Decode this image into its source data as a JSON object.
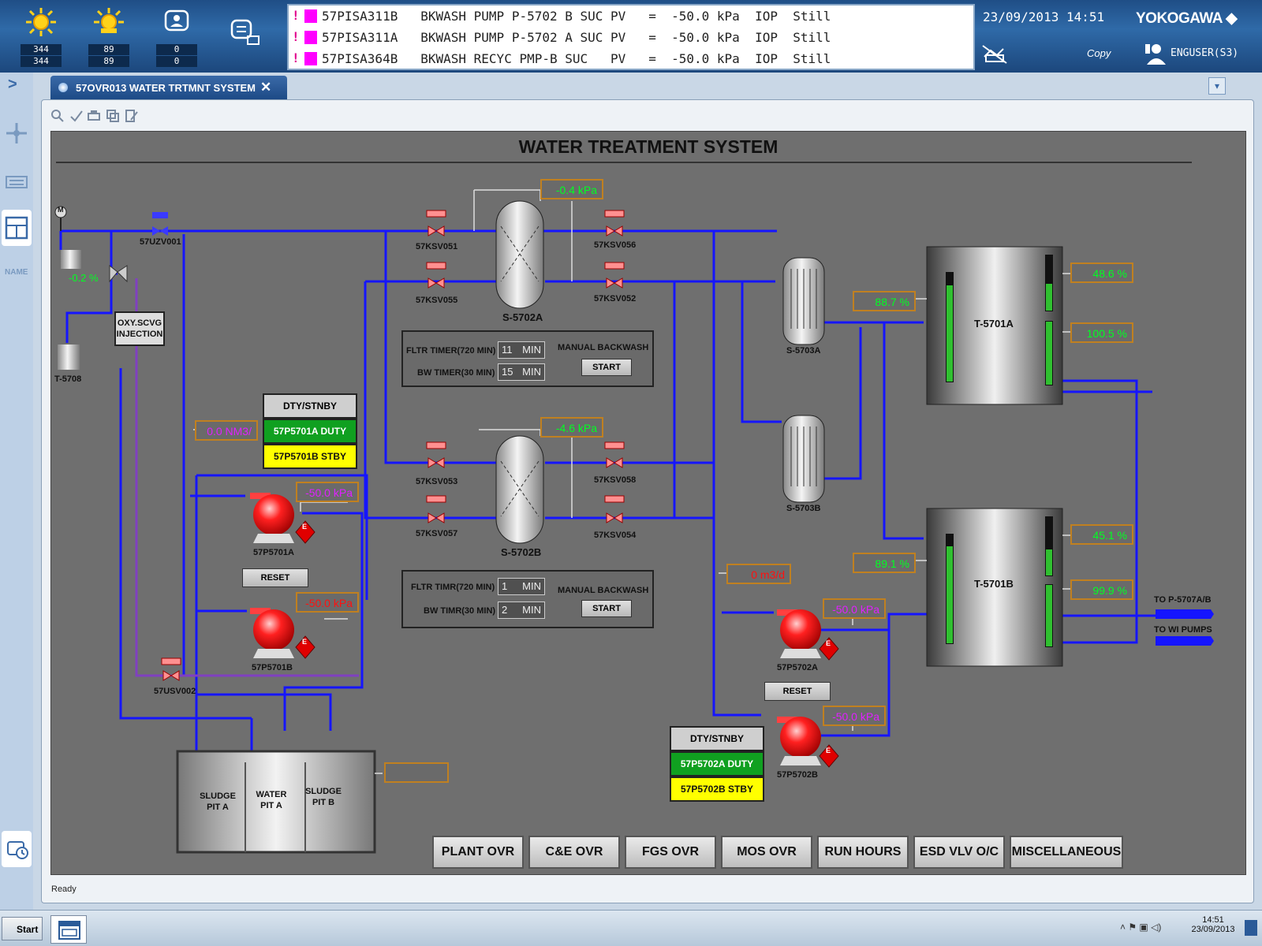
{
  "status_buttons": [
    {
      "icon": "sun-alarm-icon",
      "top": "344",
      "bottom": "344"
    },
    {
      "icon": "sun-alarm-icon",
      "top": "89",
      "bottom": "89"
    },
    {
      "icon": "operator-guide-icon",
      "top": "0",
      "bottom": "0"
    },
    {
      "icon": "message-monitor-icon"
    }
  ],
  "alarms": [
    "57PISA311B   BKWASH PUMP P-5702 B SUC PV   =  -50.0 kPa  IOP  Still",
    "57PISA311A   BKWASH PUMP P-5702 A SUC PV   =  -50.0 kPa  IOP  Still",
    "57PISA364B   BKWASH RECYC PMP-B SUC   PV   =  -50.0 kPa  IOP  Still"
  ],
  "datetime": "23/09/2013 14:51",
  "brand": "YOKOGAWA",
  "copy_label": "Copy",
  "user": "ENGUSER(S3)",
  "rail": {
    "expand": ">",
    "name_label": "NAME"
  },
  "tab": {
    "title": "57OVR013 WATER TRTMNT SYSTEM",
    "close": "✕"
  },
  "graphic": {
    "title": "WATER TREATMENT SYSTEM",
    "labels": {
      "uzv": "57UZV001",
      "t5708": "T-5708",
      "oxy": "OXY.SCVG\nINJECTION",
      "usv": "57USV002",
      "ksv051": "57KSV051",
      "ksv055": "57KSV055",
      "ksv056": "57KSV056",
      "ksv052": "57KSV052",
      "ksv053": "57KSV053",
      "ksv057": "57KSV057",
      "ksv058": "57KSV058",
      "ksv054": "57KSV054",
      "s5702a": "S-5702A",
      "s5702b": "S-5702B",
      "s5703a": "S-5703A",
      "s5703b": "S-5703B",
      "t5701a": "T-5701A",
      "t5701b": "T-5701B",
      "p5701a": "57P5701A",
      "p5701b": "57P5701B",
      "p5702a": "57P5702A",
      "p5702b": "57P5702B",
      "sludge_a": "SLUDGE\nPIT A",
      "water_a": "WATER\nPIT A",
      "sludge_b": "SLUDGE\nPIT B",
      "to_p5707": "TO P-5707A/B",
      "to_wi": "TO WI PUMPS",
      "m": "M",
      "e": "E"
    },
    "values": {
      "dp_a": "-0.4  kPa",
      "dp_b": "-4.6  kPa",
      "valve_pct": "-0.2  %",
      "flow_ppm": "0.0  NM3/",
      "p5701a_suc": "-50.0 kPa",
      "p5701b_suc": "-50.0 kPa",
      "p5702a_suc": "-50.0 kPa",
      "p5702b_suc": "-50.0 kPa",
      "flow_m3d": "0      m3/d",
      "t5701a_in": "88.7  %",
      "t5701a_l1": "48.6  %",
      "t5701a_l2": "100.5  %",
      "t5701b_in": "89.1  %",
      "t5701b_l1": "45.1  %",
      "t5701b_l2": "99.9  %",
      "pit": ""
    },
    "levels": {
      "t5701a_in": 0.887,
      "t5701a_l1": 0.486,
      "t5701a_l2": 1.0,
      "t5701b_in": 0.891,
      "t5701b_l1": 0.451,
      "t5701b_l2": 0.999
    },
    "backwash_a": {
      "fltr_label": "FLTR TIMER(720 MIN)",
      "fltr_val": "11",
      "bw_label": "BW TIMER(30 MIN)",
      "bw_val": "15",
      "unit": "MIN",
      "manual": "MANUAL BACKWASH",
      "start": "START"
    },
    "backwash_b": {
      "fltr_label": "FLTR TIMR(720 MIN)",
      "fltr_val": "1",
      "bw_label": "BW TIMR(30 MIN)",
      "bw_val": "2",
      "unit": "MIN",
      "manual": "MANUAL BACKWASH",
      "start": "START"
    },
    "dty1": {
      "head": "DTY/STNBY",
      "duty": "57P5701A   DUTY",
      "stby": "57P5701B   STBY"
    },
    "dty2": {
      "head": "DTY/STNBY",
      "duty": "57P5702A   DUTY",
      "stby": "57P5702B   STBY"
    },
    "reset": "RESET",
    "nav": [
      "PLANT OVR",
      "C&E OVR",
      "FGS OVR",
      "MOS OVR",
      "RUN HOURS",
      "ESD VLV O/C",
      "MISCELLANEOUS"
    ]
  },
  "status_text": "Ready",
  "taskbar": {
    "start": "Start",
    "time": "14:51",
    "date": "23/09/2013"
  }
}
